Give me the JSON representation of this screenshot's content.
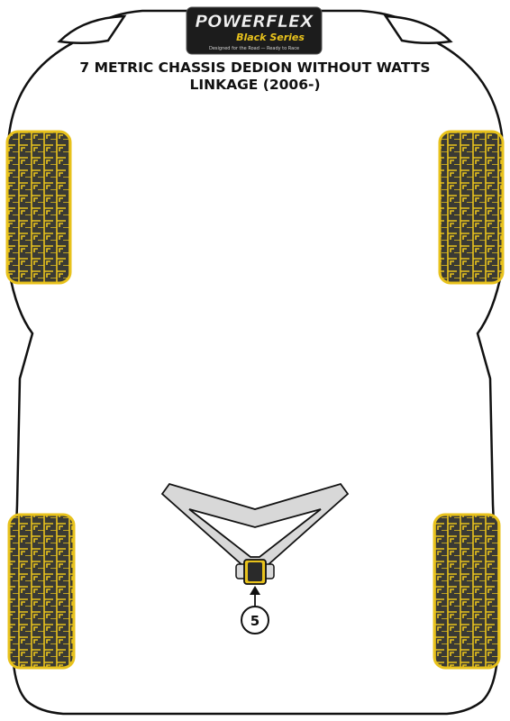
{
  "logo": {
    "brand": "POWERFLEX",
    "series": "Black Series",
    "tagline": "Designed for the Road — Ready to Race"
  },
  "title": {
    "line1": "7 METRIC CHASSIS DEDION WITHOUT WATTS",
    "line2": "LINKAGE (2006-)"
  },
  "callouts": [
    {
      "label": "5"
    }
  ],
  "colors": {
    "outline": "#111111",
    "wheel_fill": "#3a3a34",
    "wheel_tread": "#e8c21c",
    "arm_fill": "#d8d8d8",
    "bush_fill": "#e8c21c"
  },
  "icons": {
    "wheels": "tire-tread-pattern",
    "logo": "powerflex-badge"
  }
}
